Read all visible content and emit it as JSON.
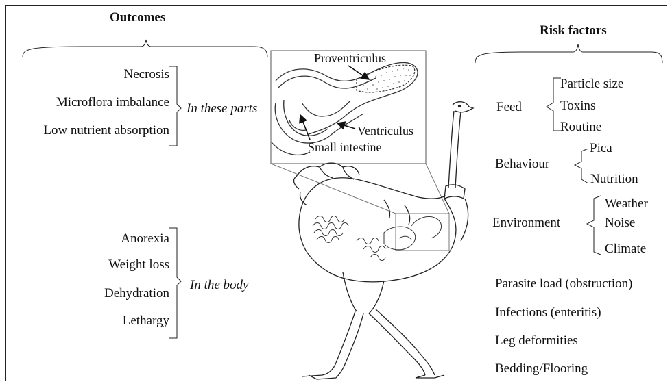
{
  "outcomes": {
    "title": "Outcomes",
    "parts_items": [
      "Necrosis",
      "Microflora imbalance",
      "Low nutrient absorption"
    ],
    "parts_label": "In these parts",
    "body_items": [
      "Anorexia",
      "Weight loss",
      "Dehydration",
      "Lethargy"
    ],
    "body_label": "In the body"
  },
  "inset": {
    "proventriculus": "Proventriculus",
    "ventriculus": "Ventriculus",
    "small_intestine": "Small intestine"
  },
  "risk_factors": {
    "title": "Risk factors",
    "feed": {
      "label": "Feed",
      "items": [
        "Particle size",
        "Toxins",
        "Routine"
      ]
    },
    "behaviour": {
      "label": "Behaviour",
      "items": [
        "Pica",
        "Nutrition"
      ]
    },
    "environment": {
      "label": "Environment",
      "items": [
        "Weather",
        "Noise",
        "Climate"
      ]
    },
    "others": [
      "Parasite load (obstruction)",
      "Infections (enteritis)",
      "Leg deformities",
      "Bedding/Flooring"
    ]
  }
}
